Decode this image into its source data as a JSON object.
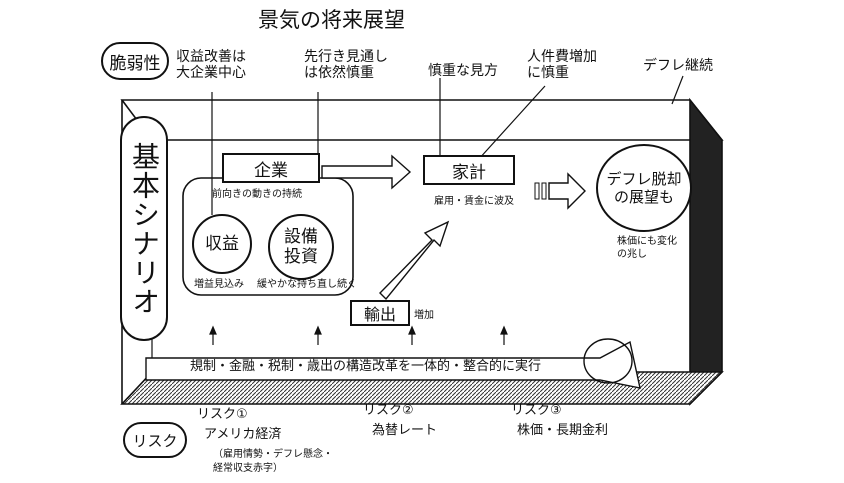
{
  "title": "景気の将来展望",
  "weakness_label": "脆弱性",
  "annotations": {
    "profit_note": "収益改善は\n大企業中心",
    "outlook_note": "先行き見通し\nは依然慎重",
    "cautious_view": "慎重な見方",
    "labor_cost": "人件費増加\nに慎重",
    "deflation_continues": "デフレ継続"
  },
  "scenario": {
    "label": "基本シナリオ",
    "corporate": "企業",
    "corporate_sub": "前向きの動きの持続",
    "profit": "収益",
    "capex": "設備\n投資",
    "profit_sub": "増益見込み",
    "capex_sub": "緩やかな持ち直し続く",
    "household": "家計",
    "household_sub": "雇用・賃金に波及",
    "exports": "輸出",
    "exports_sub": "増加",
    "deflation_exit": "デフレ脱却\nの展望も",
    "stock_note": "株価にも変化\nの兆し",
    "reform": "規制・金融・税制・歳出の構造改革を一体的・整合的に実行"
  },
  "risks": {
    "label": "リスク",
    "items": [
      {
        "title": "リスク①",
        "name": "アメリカ経済",
        "detail": "（雇用情勢・デフレ懸念・\n経常収支赤字）"
      },
      {
        "title": "リスク②",
        "name": "為替レート",
        "detail": ""
      },
      {
        "title": "リスク③",
        "name": "株価・長期金利",
        "detail": ""
      }
    ]
  }
}
